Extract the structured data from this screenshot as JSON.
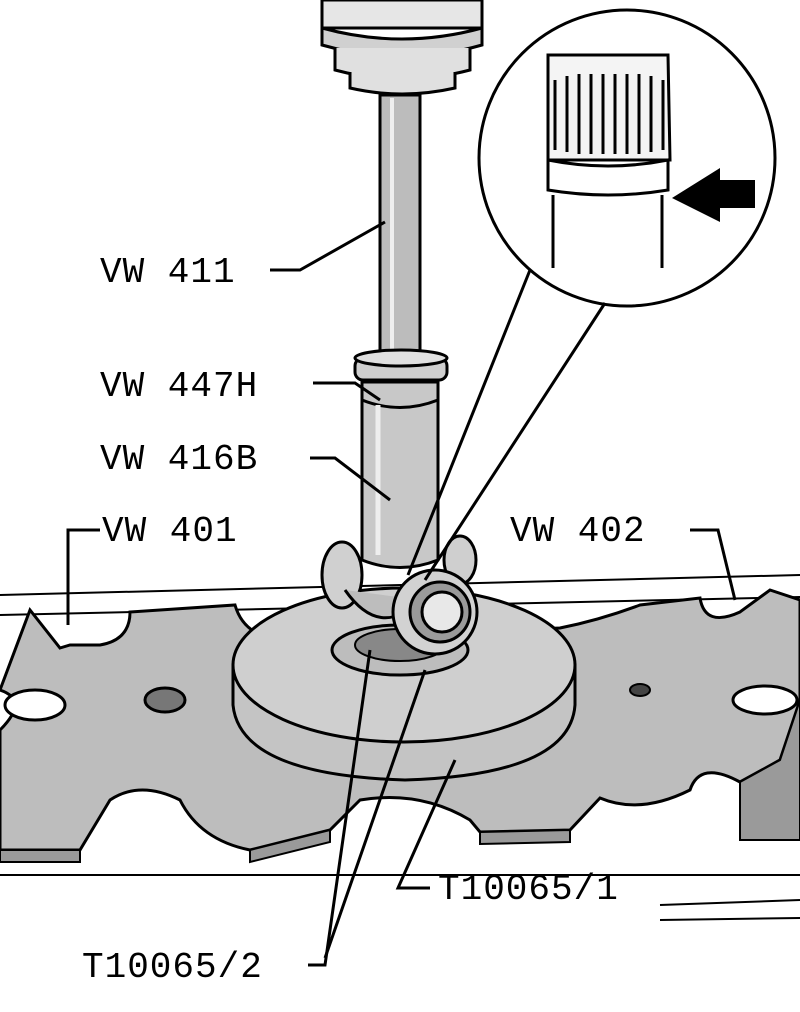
{
  "labels": {
    "vw411": "VW 411",
    "vw447h": "VW 447H",
    "vw416b": "VW 416B",
    "vw401": "VW 401",
    "vw402": "VW 402",
    "t10065_1": "T10065/1",
    "t10065_2": "T10065/2"
  },
  "colors": {
    "plate": "#bdbdbd",
    "plate_dark": "#9a9a9a",
    "metal": "#d6d6d6",
    "outline": "#000000"
  },
  "icons": {
    "detail_arrow": "arrow-left-icon"
  }
}
